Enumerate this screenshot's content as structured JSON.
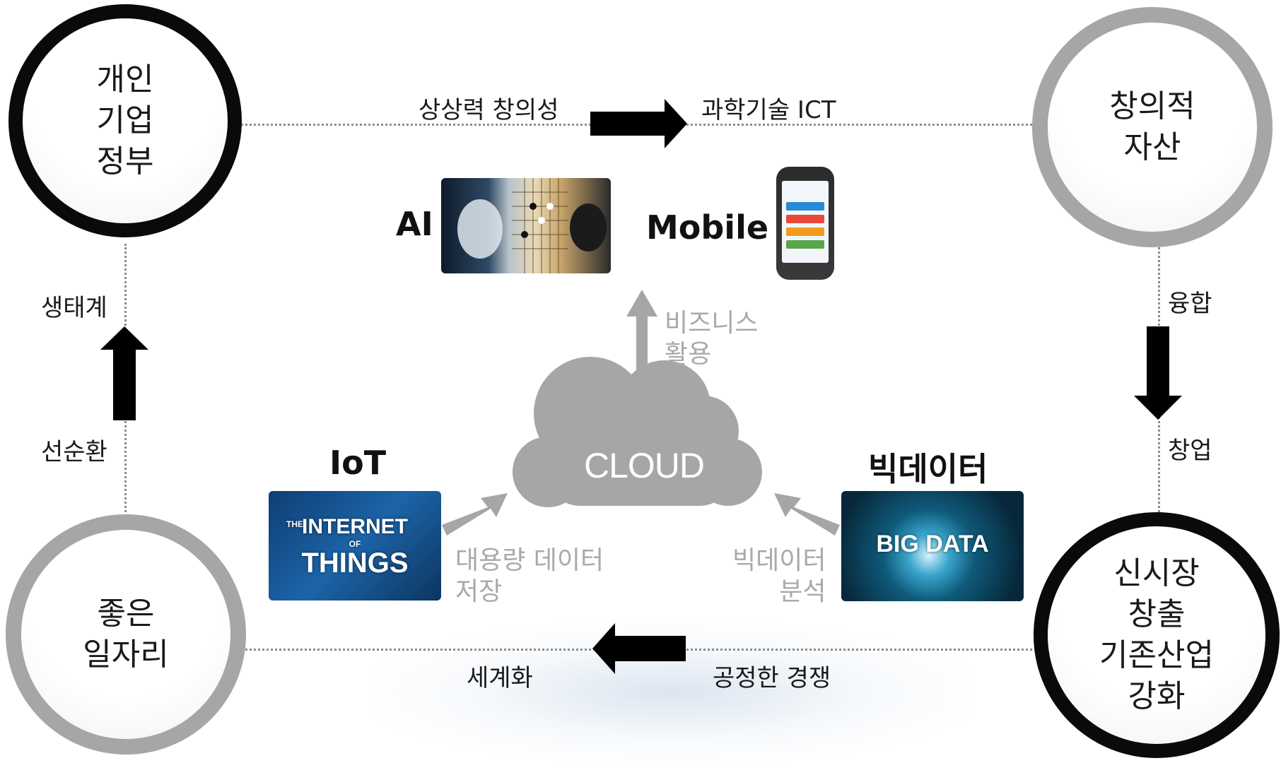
{
  "circles": {
    "top_left": {
      "lines": [
        "개인",
        "기업",
        "정부"
      ]
    },
    "top_right": {
      "lines": [
        "창의적",
        "자산"
      ]
    },
    "bottom_left": {
      "lines": [
        "좋은",
        "일자리"
      ]
    },
    "bottom_right": {
      "lines": [
        "신시장",
        "창출",
        "기존산업",
        "강화"
      ]
    }
  },
  "edges": {
    "top_left_text": "상상력 창의성",
    "top_right_text": "과학기술 ICT",
    "right_top_text": "융합",
    "right_bottom_text": "창업",
    "bottom_right_text": "공정한 경쟁",
    "bottom_left_text": "세계화",
    "left_bottom_text": "선순환",
    "left_top_text": "생태계"
  },
  "center": {
    "cloud_label": "CLOUD",
    "ai_label": "AI",
    "mobile_label": "Mobile",
    "iot_label": "IoT",
    "bigdata_label": "빅데이터",
    "business_use": [
      "비즈니스",
      "활용"
    ],
    "storage": [
      "대용량 데이터",
      "저장"
    ],
    "analysis": [
      "빅데이터",
      "분석"
    ]
  },
  "images": {
    "iot_text": [
      "THE",
      "INTERNET",
      "OF",
      "THINGS"
    ],
    "bigdata_text": "BIG DATA"
  },
  "colors": {
    "dark_ring": "#0a0a0a",
    "grey_ring": "#a6a6a6",
    "cloud": "#a6a6a6",
    "arrow": "#000000",
    "grey_text": "#a9a9a9"
  }
}
